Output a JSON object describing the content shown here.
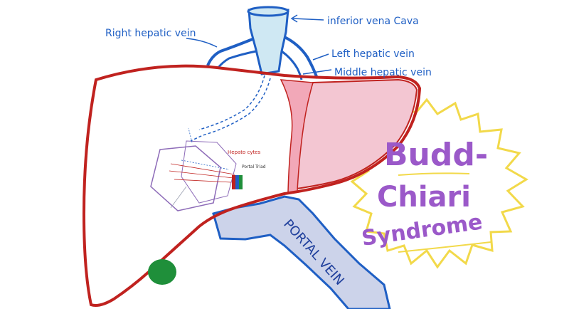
{
  "labels": {
    "ivc": "inferior vena Cava",
    "right_hepatic": "Right hepatic vein",
    "left_hepatic": "Left hepatic vein",
    "middle_hepatic": "Middle hepatic vein",
    "hepatocytes": "Hepato cytes",
    "portal_triad": "Portal Triad",
    "portal_vein": "PORTAL VEIN"
  },
  "title": {
    "line1": "Budd-",
    "line2": "Chiari",
    "line3": "Syndrome"
  },
  "colors": {
    "liver_outline": "#c0221f",
    "liver_left_lobe_fill": "#f3c6d2",
    "vein_blue": "#1f5fc4",
    "ivc_fill": "#cfe8f3",
    "portal_fill": "#ccd3ea",
    "title_purple": "#9b59c9",
    "burst_yellow": "#f2d94a",
    "gallbladder_green": "#1f8f3a",
    "lobule_purple": "#8d6bb8"
  }
}
